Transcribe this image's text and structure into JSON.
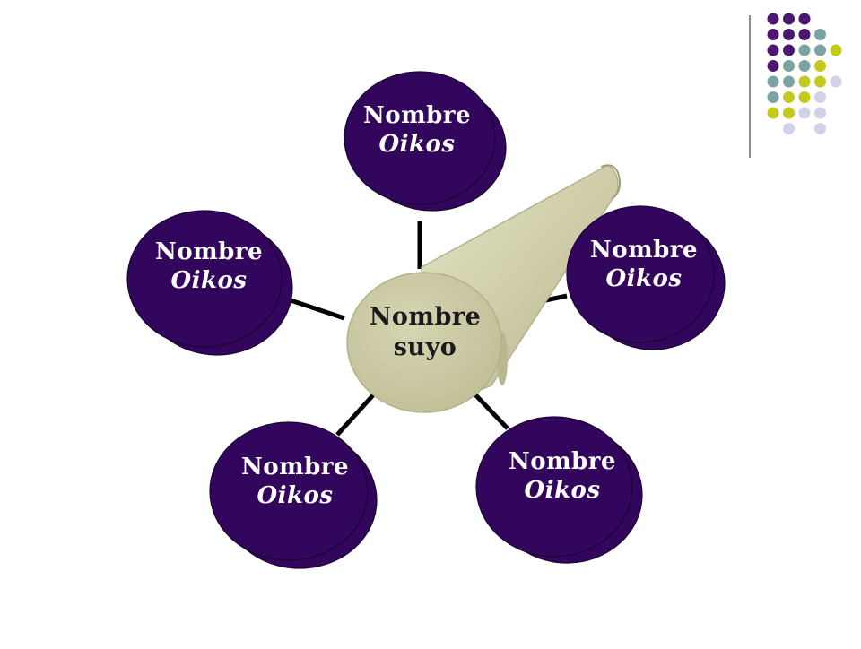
{
  "diagram": {
    "center": {
      "line1": "Nombre",
      "line2": "suyo"
    },
    "nodes": [
      {
        "id": "top",
        "line1": "Nombre",
        "line2": "Oikos"
      },
      {
        "id": "right",
        "line1": "Nombre",
        "line2": "Oikos"
      },
      {
        "id": "left",
        "line1": "Nombre",
        "line2": "Oikos"
      },
      {
        "id": "bottom-left",
        "line1": "Nombre",
        "line2": "Oikos"
      },
      {
        "id": "bottom-right",
        "line1": "Nombre",
        "line2": "Oikos"
      }
    ]
  },
  "colors": {
    "node_fill": "#33065e",
    "node_outline": "#1a0330",
    "center_fill": "#c9c8a2",
    "center_outline": "#b2b18a",
    "spoke": "#000000",
    "dot_purple": "#4a1870",
    "dot_teal": "#7ca3a4",
    "dot_yellow": "#c4c91e",
    "dot_lavender": "#d2d1e8",
    "divider": "#444444"
  },
  "decorative_dot_grid": {
    "rows": [
      [
        "purple",
        "purple",
        "purple",
        "none",
        "none"
      ],
      [
        "purple",
        "purple",
        "purple",
        "teal",
        "none"
      ],
      [
        "purple",
        "purple",
        "teal",
        "teal",
        "yellow"
      ],
      [
        "purple",
        "teal",
        "teal",
        "yellow",
        "none"
      ],
      [
        "teal",
        "teal",
        "yellow",
        "yellow",
        "lavender"
      ],
      [
        "teal",
        "yellow",
        "yellow",
        "lavender",
        "none"
      ],
      [
        "yellow",
        "yellow",
        "lavender",
        "lavender",
        "none"
      ],
      [
        "none",
        "lavender",
        "none",
        "lavender",
        "none"
      ]
    ]
  }
}
